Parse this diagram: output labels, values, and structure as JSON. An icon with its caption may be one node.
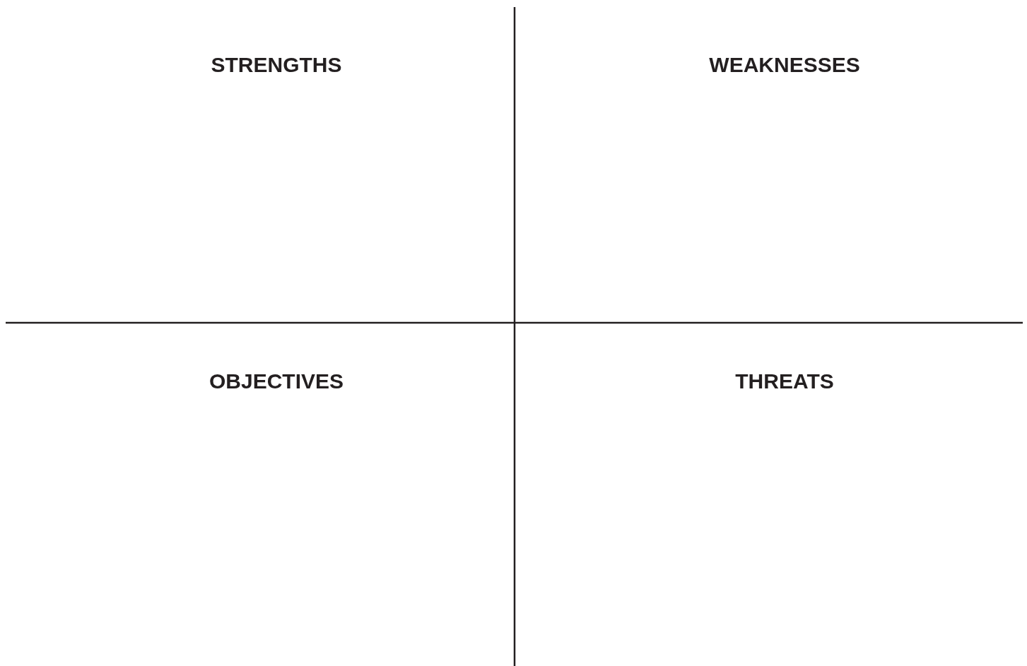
{
  "diagram": {
    "labels": [
      "STRENGTHS",
      "WEAKNESSES",
      "OBJECTIVES",
      "THREATS"
    ]
  }
}
